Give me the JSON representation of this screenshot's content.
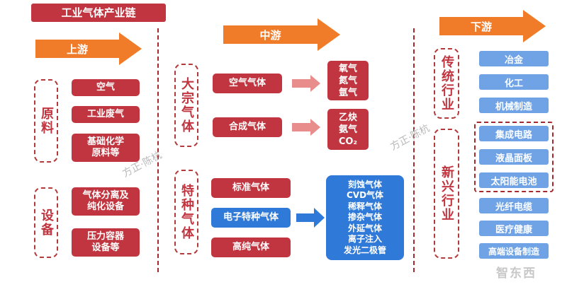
{
  "title": "工业气体产业链",
  "upstream": {
    "label": "上游",
    "raw_materials": {
      "label": "原料",
      "items": [
        "空气",
        "工业废气",
        [
          "基础化学",
          "原料等"
        ]
      ]
    },
    "equipment": {
      "label": "设备",
      "items": [
        [
          "气体分离及",
          "纯化设备"
        ],
        [
          "压力容器",
          "设备等"
        ]
      ]
    }
  },
  "midstream": {
    "label": "中游",
    "bulk": {
      "label": "大宗气体",
      "items": [
        {
          "name": "空气气体",
          "products": [
            "氧气",
            "氮气",
            "氩气"
          ]
        },
        {
          "name": "合成气体",
          "products": [
            "乙炔",
            "氨气",
            "CO₂"
          ]
        }
      ]
    },
    "special": {
      "label": "特种气体",
      "items": [
        "标准气体",
        "电子特种气体",
        "高纯气体"
      ],
      "electronic_uses": [
        "刻蚀气体",
        "CVD气体",
        "稀释气体",
        "掺杂气体",
        "外延气体",
        "离子注入",
        "发光二极管"
      ]
    }
  },
  "downstream": {
    "label": "下游",
    "traditional": {
      "label": "传统行业",
      "items": [
        "冶金",
        "化工",
        "机械制造"
      ]
    },
    "emerging": {
      "label": "新兴行业",
      "highlighted": [
        "集成电路",
        "液晶面板",
        "太阳能电池"
      ],
      "items": [
        "光纤电缆",
        "医疗健康",
        "高端设备制造"
      ]
    }
  },
  "watermarks": [
    "方正·陈杭",
    "方正·陈杭"
  ],
  "logo_text": "智东西",
  "colors": {
    "red": "#c0353f",
    "blue": "#2f7ad8",
    "light_blue": "#6fa3e6",
    "orange": "#f07c2a"
  }
}
